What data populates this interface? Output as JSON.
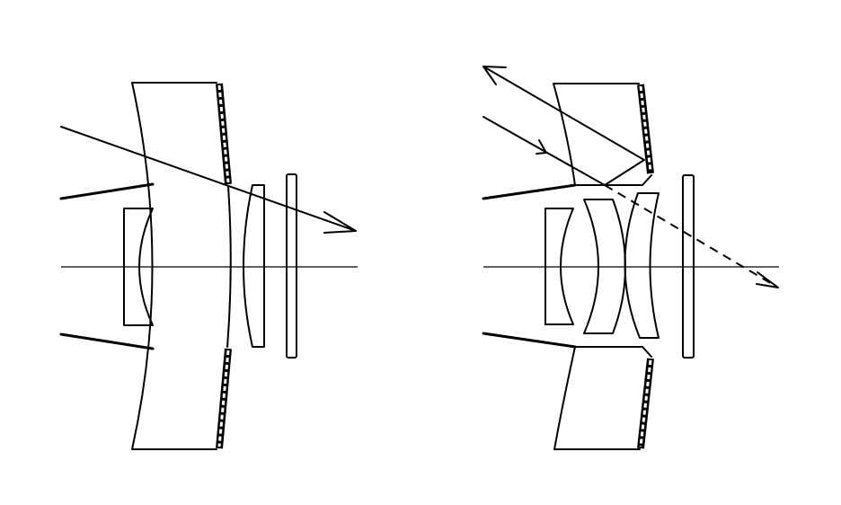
{
  "colors": {
    "line": "#000000",
    "background": "#ffffff"
  },
  "figures": [
    {
      "name": "optical-system-left",
      "elements": [
        "meniscus-lens-with-reflective-coating",
        "negative-lens",
        "positive-lens",
        "flat-plate",
        "aperture-stops",
        "transmitted-ray"
      ]
    },
    {
      "name": "optical-system-right",
      "elements": [
        "split-prism-blocks-with-reflective-coating",
        "negative-lens",
        "meniscus-lens-a",
        "meniscus-lens-b",
        "flat-plate",
        "aperture-stops",
        "reflected-ray",
        "dashed-transmitted-ray"
      ]
    }
  ]
}
